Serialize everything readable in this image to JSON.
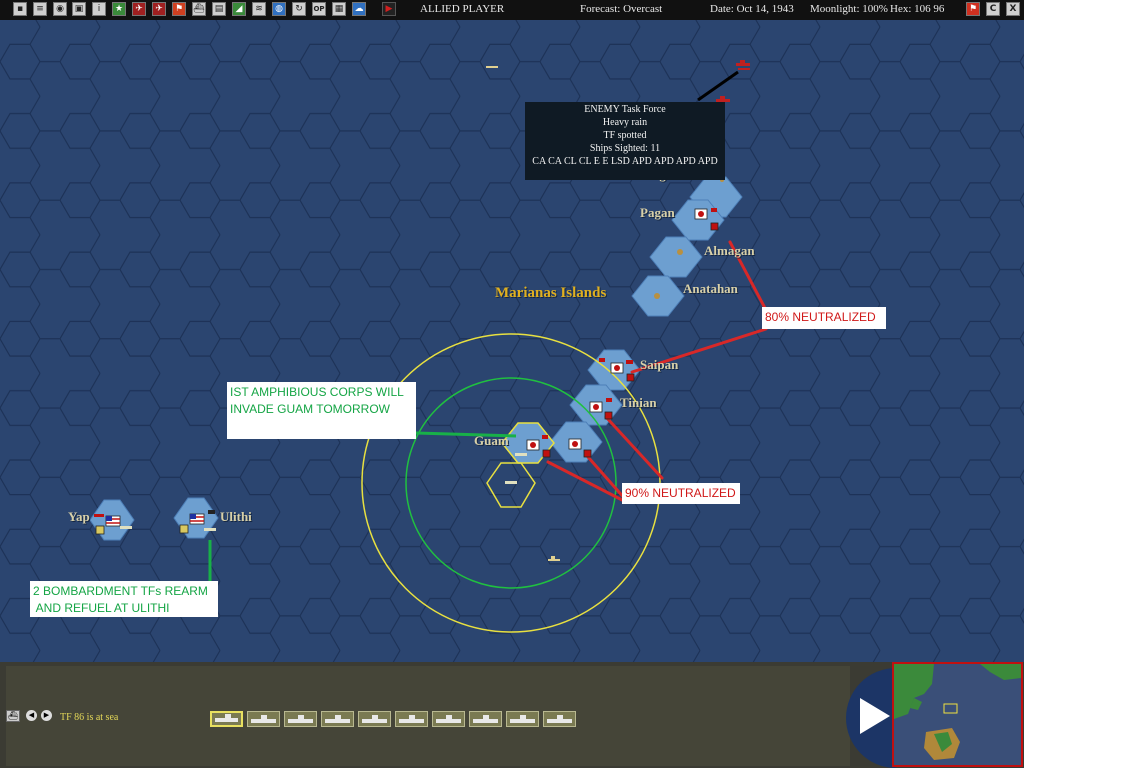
{
  "toolbar": {
    "icons": [
      "save-icon",
      "info-icon",
      "intel-icon",
      "turn-icon",
      "unit-info-icon",
      "star-icon",
      "aircraft-icon",
      "aircraft-icon",
      "flag-icon",
      "ships-icon",
      "land-icon",
      "chart-icon",
      "fleet-icon",
      "globe-icon",
      "refresh-icon",
      "op-icon",
      "report-icon",
      "weather-icon"
    ],
    "op_label": "OP",
    "player": "ALLIED PLAYER",
    "forecast": "Forecast: Overcast",
    "date": "Date: Oct 14, 1943",
    "moonlight": "Moonlight: 100%",
    "hex": "Hex: 106 96",
    "c_label": "C",
    "x_label": "X"
  },
  "map": {
    "region_label": "Marianas Islands",
    "places": {
      "agrihan": "Agrihan",
      "pagan": "Pagan",
      "alamagan": "Almagan",
      "anatahan": "Anatahan",
      "saipan": "Saipan",
      "tinian": "Tinian",
      "guam": "Guam",
      "yap": "Yap",
      "ulithi": "Ulithi"
    },
    "tooltip": {
      "line1": "ENEMY Task Force",
      "line2": "Heavy rain",
      "line3": "TF spotted",
      "line4": "Ships Sighted: 11",
      "line5": "CA CA CL CL E E LSD APD APD APD APD"
    },
    "callouts": {
      "neutralized_north": "80% NEUTRALIZED",
      "neutralized_south": "90% NEUTRALIZED",
      "amphibious_line1": "IST AMPHIBIOUS CORPS WILL",
      "amphibious_line2": "INVADE GUAM TOMORROW",
      "bombardment_line1": "2 BOMBARDMENT TFs REARM",
      "bombardment_line2": " AND REFUEL AT ULITHI"
    },
    "colors": {
      "ocean": "#2b4570",
      "hex_line": "#1d3257",
      "shallow": "#6d9fd0",
      "range_outer": "#e8e040",
      "range_inner": "#20c040",
      "arrow_red": "#d82828",
      "arrow_green": "#18b048"
    }
  },
  "bottom": {
    "status": "TF 86 is at sea",
    "ship_tabs": 10,
    "selected_tab": 0
  }
}
